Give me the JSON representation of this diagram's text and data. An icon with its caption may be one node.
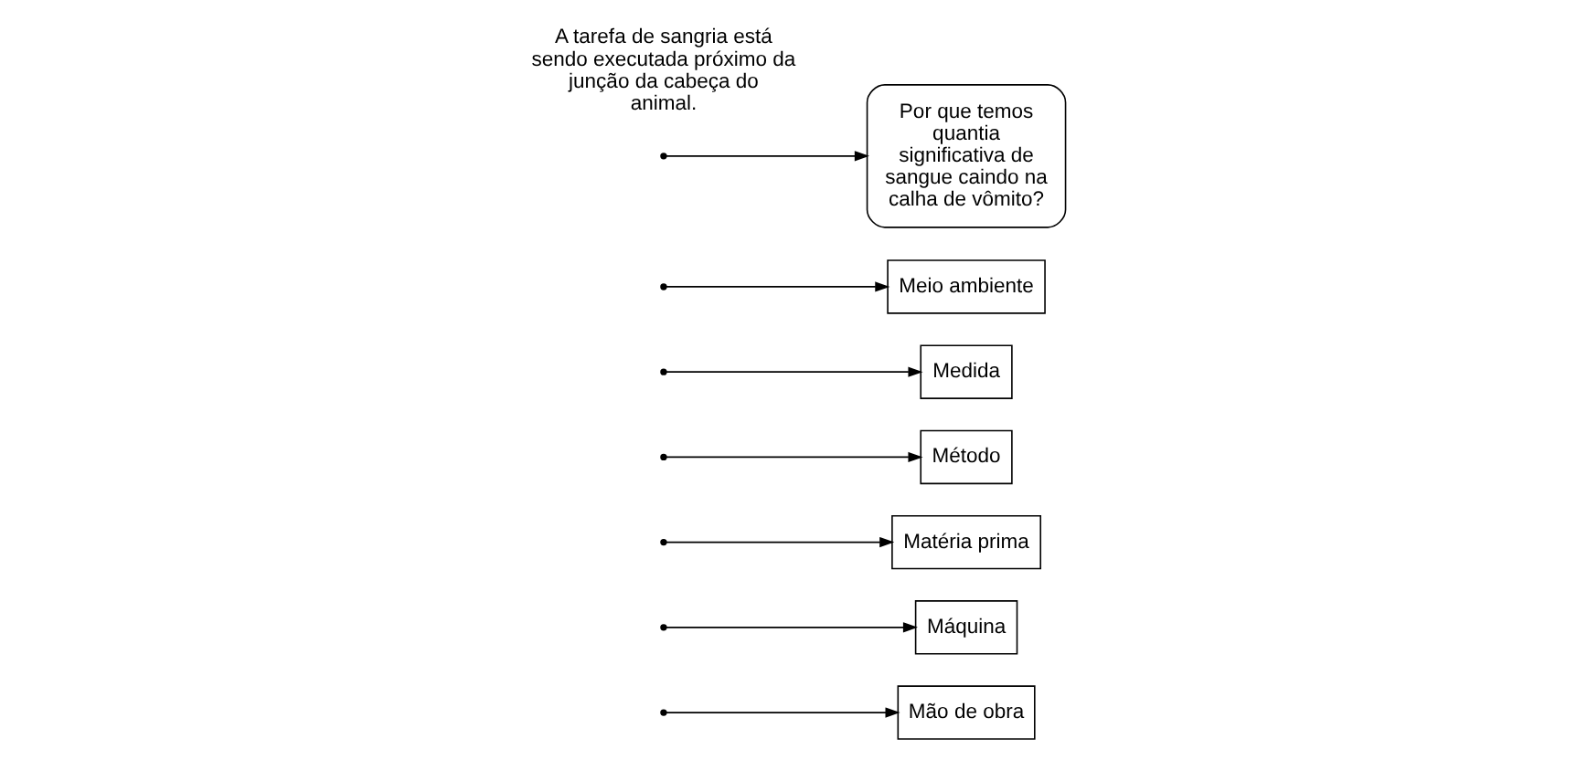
{
  "diagram": {
    "nodes": [
      {
        "text": [
          "Mão de obra"
        ]
      },
      {
        "text": [
          "Máquina"
        ]
      },
      {
        "text": [
          "Matéria prima"
        ]
      },
      {
        "text": [
          "Método"
        ]
      },
      {
        "text": [
          "Medida"
        ]
      },
      {
        "text": [
          "Meio ambiente"
        ]
      },
      {
        "text": [
          "Por que temos quantia significativa de sangue caindo na calha de vômito?"
        ]
      }
    ],
    "edges": [
      {
        "from": null,
        "to": 0,
        "arrow": "to"
      },
      {
        "from": null,
        "to": 1,
        "arrow": "to"
      },
      {
        "from": null,
        "to": 2,
        "arrow": "to"
      },
      {
        "from": null,
        "to": 3,
        "arrow": "to"
      },
      {
        "from": null,
        "to": 4,
        "arrow": "to"
      },
      {
        "from": null,
        "to": 5,
        "arrow": "to"
      },
      {
        "from": null,
        "to": 6,
        "arrow": "to"
      }
    ],
    "labels": [
      "A tarefa de sangria está sendo executada próximo da junção da cabeça do animal."
    ]
  }
}
